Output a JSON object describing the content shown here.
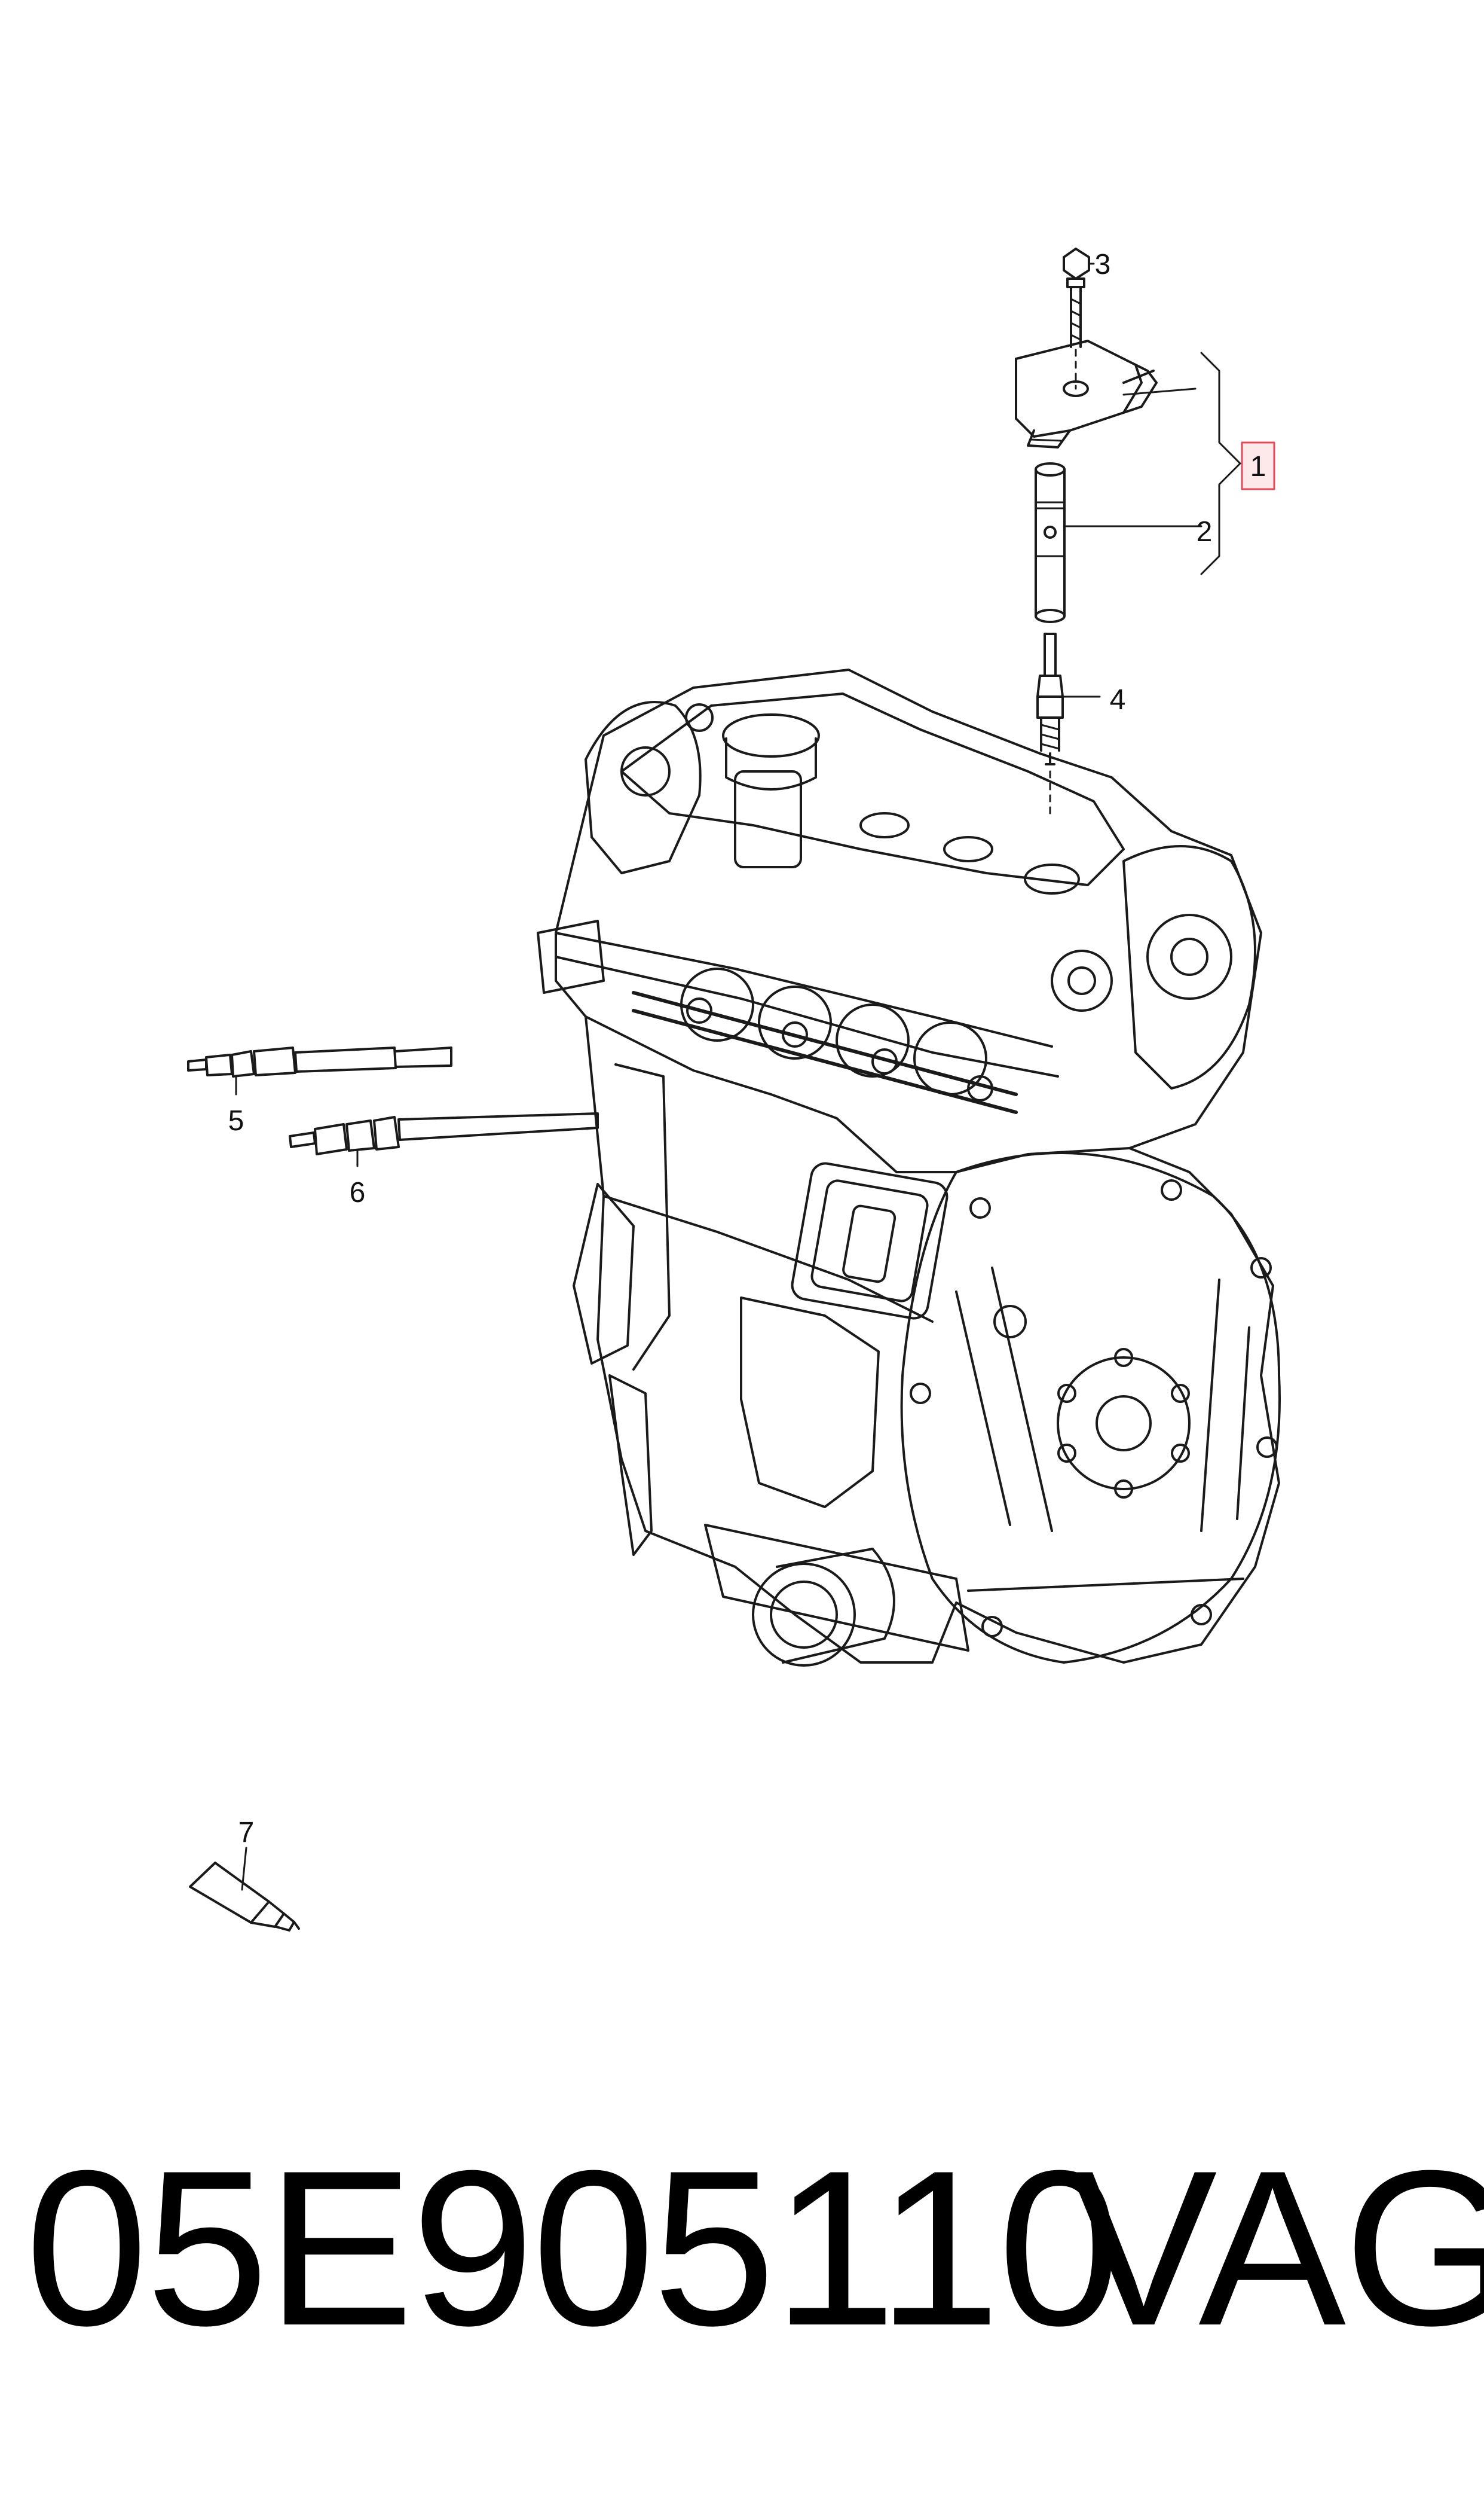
{
  "diagram": {
    "callouts": [
      {
        "id": "1",
        "label": "1",
        "highlighted": true
      },
      {
        "id": "2",
        "label": "2"
      },
      {
        "id": "3",
        "label": "3"
      },
      {
        "id": "4",
        "label": "4"
      },
      {
        "id": "5",
        "label": "5"
      },
      {
        "id": "6",
        "label": "6"
      },
      {
        "id": "7",
        "label": "7"
      }
    ],
    "highlight_color": "#e04a5a",
    "highlight_fill": "#fde8ea"
  },
  "footer": {
    "part_number": "05E905110",
    "brand": "VAG"
  }
}
